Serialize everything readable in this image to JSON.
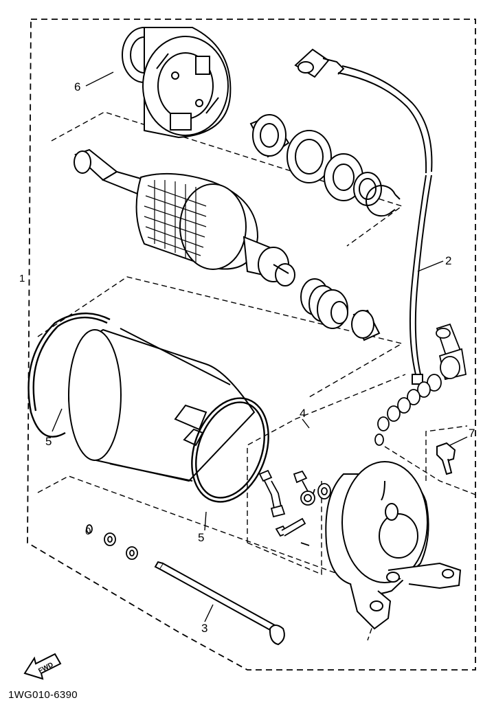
{
  "diagram": {
    "callouts": {
      "c1": "1",
      "c2": "2",
      "c3": "3",
      "c4": "4",
      "c5a": "5",
      "c5b": "5",
      "c6": "6",
      "c7": "7",
      "c0": "0"
    },
    "fwd_label": "FWD",
    "drawing_code": "1WG010-6390"
  },
  "colors": {
    "line": "#000000",
    "background": "#ffffff"
  }
}
